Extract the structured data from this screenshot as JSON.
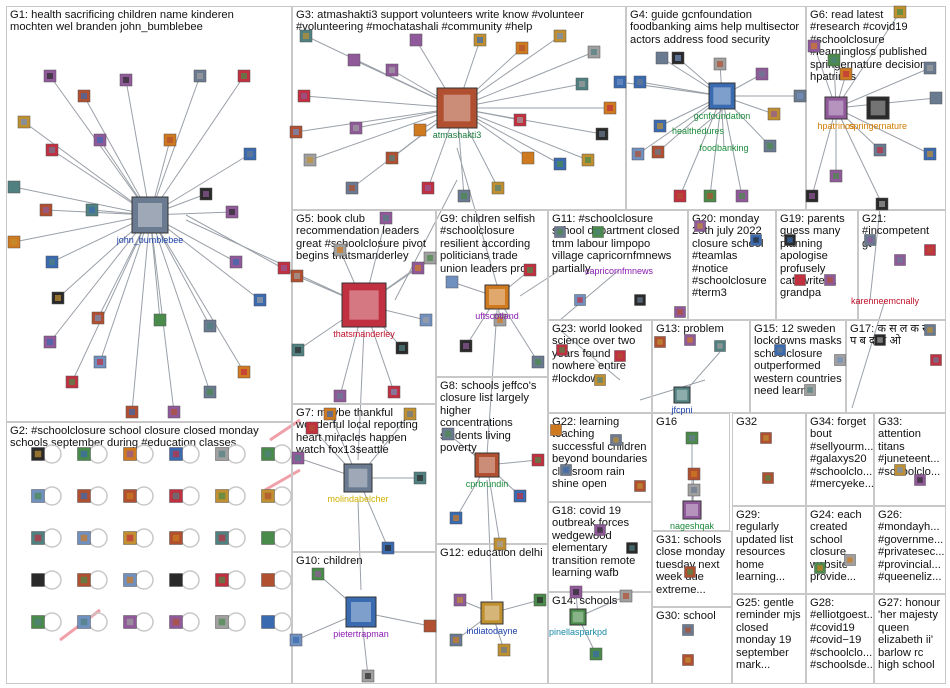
{
  "title": "",
  "groups": [
    {
      "id": "g1",
      "label": "G1: health sacrificing children name kinderen\nmochten wel branden john_bumblebee"
    },
    {
      "id": "g2",
      "label": "G2: #schoolclosure school closure closed monday\nschools september during #education classes"
    },
    {
      "id": "g3",
      "label": "G3: atmashakti3 support volunteers write know #volunteer\n#volunteering #mochatashali #community #help"
    },
    {
      "id": "g4",
      "label": "G4: guide gcnfoundation\nfoodbanking aims help multisector\nactors address food security"
    },
    {
      "id": "g5",
      "label": "G5: book club\nrecommendation leaders\ngreat #schoolclosure pivot\nbegins thatsmanderley"
    },
    {
      "id": "g6",
      "label": "G6: read latest\n#research #covid19\n#schoolclosure\n#learningloss published\nspringernature decision\nhpatrinos"
    },
    {
      "id": "g7",
      "label": "G7: maybe thankful\nwonderful local reporting\nheart miracles happen\nwatch fox13seattle"
    },
    {
      "id": "g8",
      "label": "G8: schools jeffco's\nclosure list largely\nhigher\nconcentrations\nstudents living\npoverty"
    },
    {
      "id": "g9",
      "label": "G9: children selfish\n#schoolclosure\nresilient according\npoliticians trade\nunion leaders pro"
    },
    {
      "id": "g10",
      "label": "G10: children"
    },
    {
      "id": "g11",
      "label": "G11: #schoolclosure\nschool department closed\ntmm labour limpopo\nvillage capricornfmnews\npartially"
    },
    {
      "id": "g12",
      "label": "G12: education delhi"
    },
    {
      "id": "g13",
      "label": "G13: problem"
    },
    {
      "id": "g14",
      "label": "G14: schools"
    },
    {
      "id": "g15",
      "label": "G15: 12 sweden\nlockdowns masks\nschoolclosure\noutperformed\nwestern countries\nneed learn"
    },
    {
      "id": "g16",
      "label": "G16"
    },
    {
      "id": "g17",
      "label": "G17: क स ल क स\nप ब द ज ओ"
    },
    {
      "id": "g18",
      "label": "G18: covid 19\noutbreak forces\nwedgewood\nelementary\ntransition remote\nlearning wafb"
    },
    {
      "id": "g19",
      "label": "G19: parents\nguess many\nplanning\napologise\nprofusely\ncatewrites1\ngrandpa"
    },
    {
      "id": "g20",
      "label": "G20: monday\n25th july 2022\nclosure school\n#teamlas\n#notice\n#schoolclosure\n#term3"
    },
    {
      "id": "g21",
      "label": "G21:\n#incompetent\ngt"
    },
    {
      "id": "g22",
      "label": "G22: learning\nteaching\nsuccessful children\nbeyond boundaries\nclassroom rain\nshine open"
    },
    {
      "id": "g23",
      "label": "G23: world looked\nscience over two\nyears found\nnowhere entire\n#lockdown"
    },
    {
      "id": "g24",
      "label": "G24: each\ncreated\nschool\nclosure\nwebsite\nprovide..."
    },
    {
      "id": "g25",
      "label": "G25: gentle\nreminder mjs\nclosed\nmonday 19\nseptember\nmark..."
    },
    {
      "id": "g26",
      "label": "G26:\n#mondayh...\n#governme...\n#privatesec...\n#provincial...\n#queeneliz..."
    },
    {
      "id": "g27",
      "label": "G27: honour\n'her majesty\nqueen\nelizabeth ii'\nbarlow rc\nhigh school"
    },
    {
      "id": "g28",
      "label": "G28:\n#elliotgoest...\n#covid19\n#covid−19\n#schoolclo...\n#schoolsde..."
    },
    {
      "id": "g29",
      "label": "G29:\nregularly\nupdated list\nresources\nhome\nlearning..."
    },
    {
      "id": "g30",
      "label": "G30: school"
    },
    {
      "id": "g31",
      "label": "G31: schools\nclose monday\ntuesday next\nweek due\nextreme..."
    },
    {
      "id": "g32",
      "label": "G32"
    },
    {
      "id": "g33",
      "label": "G33:\nattention\ntitans\n#juneteent...\n#schoolclo..."
    },
    {
      "id": "g34",
      "label": "G34: forget\nbout\n#sellyourm...\n#galaxys20\n#schoolclo...\n#mercyeke..."
    }
  ],
  "hubs": [
    {
      "id": "john_bumblebee",
      "label": "john_bumblebee",
      "color": "#1a3fa8"
    },
    {
      "id": "atmashakti3",
      "label": "atmashakti3",
      "color": "#1a7a3a"
    },
    {
      "id": "gcnfoundation",
      "label": "gcnfoundation",
      "color": "#1a8a3a"
    },
    {
      "id": "healthedures",
      "label": "healthedures",
      "color": "#1a8a3a"
    },
    {
      "id": "foodbanking",
      "label": "foodbanking",
      "color": "#1a8a3a"
    },
    {
      "id": "hpatrinos",
      "label": "hpatrinos",
      "color": "#d07a00"
    },
    {
      "id": "springernature",
      "label": "springernature",
      "color": "#d07a00"
    },
    {
      "id": "thatsmanderley",
      "label": "thatsmanderley",
      "color": "#c0102a"
    },
    {
      "id": "uftscotland",
      "label": "uftscotland",
      "color": "#8a1ab0"
    },
    {
      "id": "capricornfmnews",
      "label": "capricornfmnews",
      "color": "#8a1ab0"
    },
    {
      "id": "karenneemcnally",
      "label": "karenneemcnally",
      "color": "#c0102a"
    },
    {
      "id": "jfcpni",
      "label": "jfcpni",
      "color": "#1a3fa8"
    },
    {
      "id": "molindabelcher",
      "label": "molindabelcher",
      "color": "#d0b000"
    },
    {
      "id": "cprbrundin",
      "label": "cprbrundin",
      "color": "#1a8a3a"
    },
    {
      "id": "pietertrapman",
      "label": "pietertrapman",
      "color": "#8a1ab0"
    },
    {
      "id": "indiatodayne",
      "label": "indiatodayne",
      "color": "#1a3fa8"
    },
    {
      "id": "pinellasparkpd",
      "label": "pinellasparkpd",
      "color": "#1a8aa8"
    },
    {
      "id": "nageshqak",
      "label": "nageshqak",
      "color": "#1a8a3a"
    }
  ],
  "colors": {
    "border": "#c8c8c8",
    "edge": "#9aa0a8",
    "edge_pink": "#f0a0a8",
    "text": "#111111"
  }
}
